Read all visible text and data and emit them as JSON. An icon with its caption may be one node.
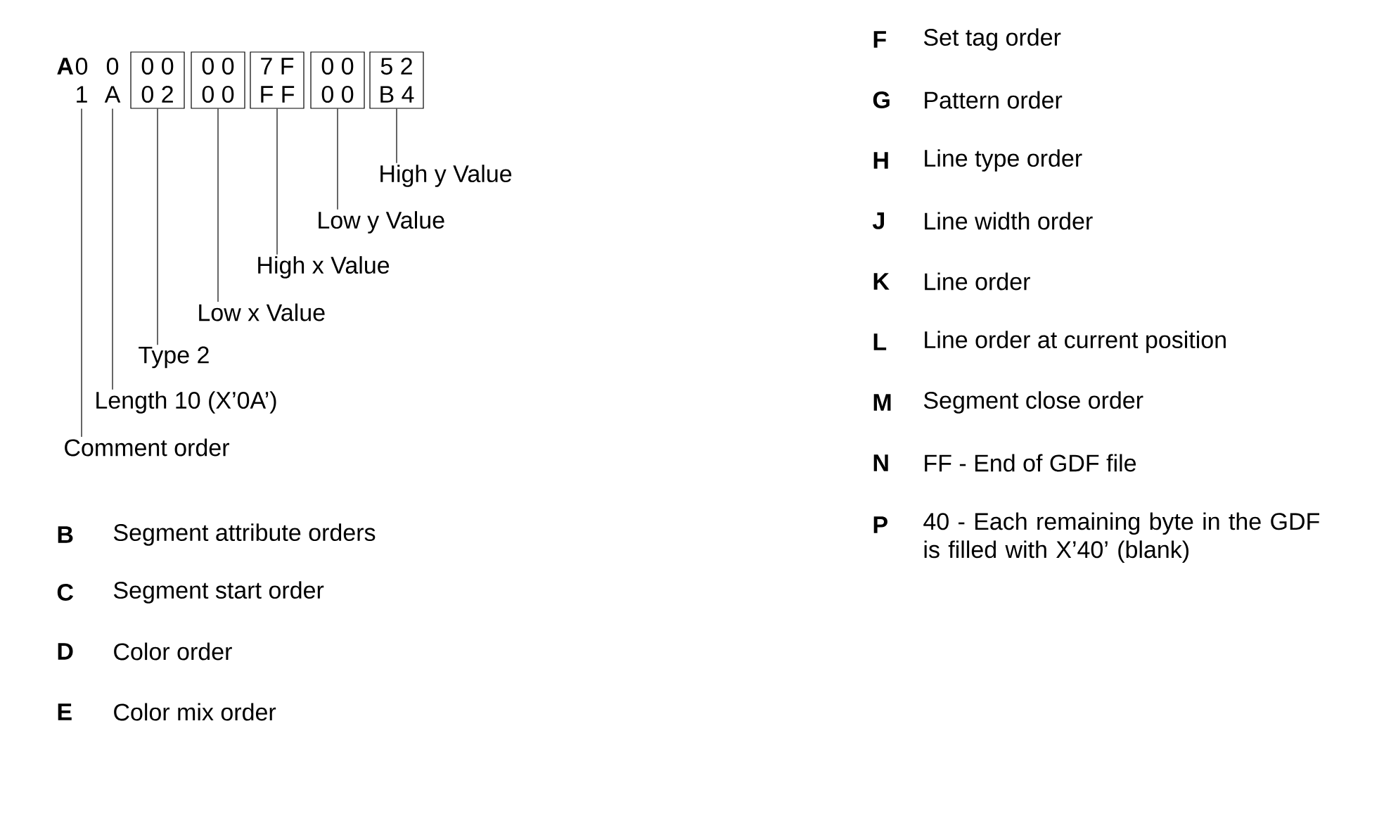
{
  "diagram": {
    "nodes": [
      {
        "text": [
          "0",
          "1"
        ]
      },
      {
        "text": [
          "0",
          "A"
        ]
      },
      {
        "text": [
          "0 0",
          "0 2"
        ]
      },
      {
        "text": [
          "0 0",
          "0 0"
        ]
      },
      {
        "text": [
          "7 F",
          "F F"
        ]
      },
      {
        "text": [
          "0 0",
          "0 0"
        ]
      },
      {
        "text": [
          "5 2",
          "B 4"
        ]
      },
      {
        "text": [
          "High y Value"
        ]
      },
      {
        "text": [
          "Low y Value"
        ]
      },
      {
        "text": [
          "High x Value"
        ]
      },
      {
        "text": [
          "Low x Value"
        ]
      },
      {
        "text": [
          "Type 2"
        ]
      },
      {
        "text": [
          "Length 10 (X’0A’)"
        ]
      },
      {
        "text": [
          "Comment order"
        ]
      }
    ],
    "edges": [
      {
        "from": 7,
        "to": 6,
        "arrow": "none"
      },
      {
        "from": 8,
        "to": 5,
        "arrow": "none"
      },
      {
        "from": 9,
        "to": 4,
        "arrow": "none"
      },
      {
        "from": 10,
        "to": 3,
        "arrow": "none"
      },
      {
        "from": 11,
        "to": 2,
        "arrow": "none"
      },
      {
        "from": 12,
        "to": 1,
        "arrow": "none"
      },
      {
        "from": 13,
        "to": 0,
        "arrow": "none"
      }
    ],
    "labels": [
      "A",
      "B",
      "Segment attribute orders",
      "C",
      "Segment start order",
      "D",
      "Color order",
      "E",
      "Color mix order",
      "F",
      "Set tag order",
      "G",
      "Pattern order",
      "H",
      "Line type order",
      "J",
      "Line width order",
      "K",
      "Line order",
      "L",
      "Line order at current position",
      "M",
      "Segment close order",
      "N",
      "FF - End of GDF file",
      "P",
      "40 - Each remaining byte in the GDF is filled with X’40’ (blank)"
    ]
  }
}
